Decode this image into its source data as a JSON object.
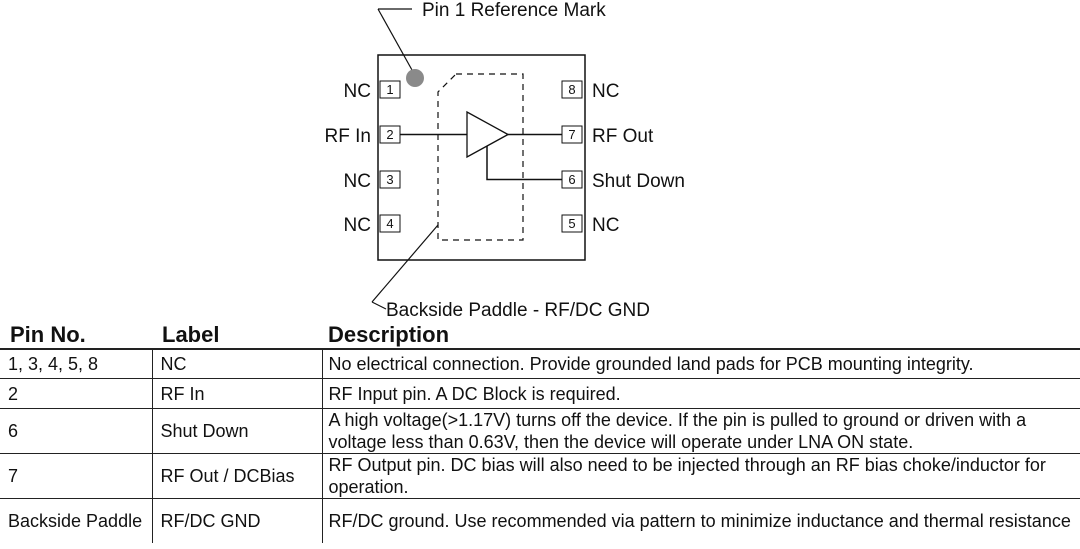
{
  "diagram": {
    "pin1_reference_label": "Pin 1 Reference Mark",
    "backside_label": "Backside Paddle - RF/DC GND",
    "pins": [
      {
        "number": "1",
        "label": "NC"
      },
      {
        "number": "2",
        "label": "RF In"
      },
      {
        "number": "3",
        "label": "NC"
      },
      {
        "number": "4",
        "label": "NC"
      },
      {
        "number": "5",
        "label": "NC"
      },
      {
        "number": "6",
        "label": "Shut Down"
      },
      {
        "number": "7",
        "label": "RF Out"
      },
      {
        "number": "8",
        "label": "NC"
      }
    ],
    "colors": {
      "line": "#111111",
      "pin1_dot": "#8a8a8a"
    }
  },
  "table": {
    "headers": {
      "pin_no": "Pin No.",
      "label": "Label",
      "description": "Description"
    },
    "rows": [
      {
        "pin_no": "1, 3, 4, 5, 8",
        "label": "NC",
        "description": "No electrical connection.  Provide grounded land pads for PCB mounting integrity."
      },
      {
        "pin_no": "2",
        "label": "RF In",
        "description": "RF Input pin.  A DC Block is required."
      },
      {
        "pin_no": "6",
        "label": "Shut Down",
        "description": "A high voltage(>1.17V) turns off the device.  If the pin is pulled to ground or driven with a voltage less than 0.63V, then the device will operate under LNA ON state."
      },
      {
        "pin_no": "7",
        "label": "RF Out / DCBias",
        "description": "RF Output pin. DC bias will also need to be injected through an RF bias choke/inductor for operation."
      },
      {
        "pin_no": "Backside Paddle",
        "label": "RF/DC GND",
        "description": "RF/DC ground.  Use recommended via pattern to minimize inductance and thermal resistance"
      }
    ]
  }
}
